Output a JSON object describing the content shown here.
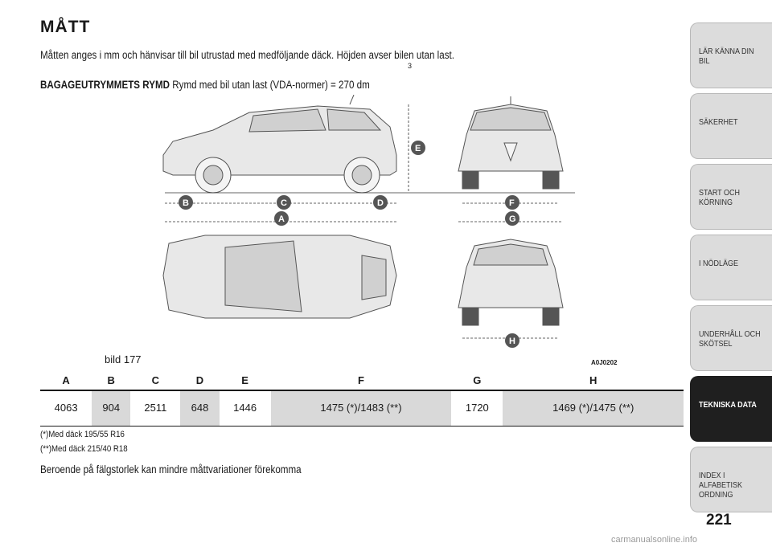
{
  "page": {
    "title": "MÅTT",
    "intro": "Måtten anges i mm och hänvisar till bil utrustad med medföljande däck. Höjden avser bilen utan last.",
    "intro_sup": "3",
    "cargo_label": "BAGAGEUTRYMMETS RYMD",
    "cargo_text": " Rymd med bil utan last (VDA-normer) = 270 dm",
    "figure_caption": "bild 177",
    "figure_code": "A0J0202",
    "footnote_1": "(*)Med däck 195/55 R16",
    "footnote_2": "(**)Med däck 215/40 R18",
    "note": "Beroende på fälgstorlek kan mindre måttvariationer förekomma",
    "page_number": "221",
    "watermark": "carmanualsonline.info"
  },
  "diagram_labels": {
    "a": "A",
    "b": "B",
    "c": "C",
    "d": "D",
    "e": "E",
    "f": "F",
    "g": "G",
    "h": "H"
  },
  "table": {
    "headers": [
      "A",
      "B",
      "C",
      "D",
      "E",
      "F",
      "G",
      "H"
    ],
    "values": [
      "4063",
      "904",
      "2511",
      "648",
      "1446",
      "1475 (*)/1483 (**)",
      "1720",
      "1469 (*)/1475 (**)"
    ]
  },
  "tabs": [
    {
      "label": "LÄR KÄNNA DIN BIL"
    },
    {
      "label": "SÄKERHET"
    },
    {
      "label": "START OCH KÖRNING"
    },
    {
      "label": "I NÖDLÄGE"
    },
    {
      "label": "UNDERHÅLL OCH SKÖTSEL"
    },
    {
      "label": "TEKNISKA DATA"
    },
    {
      "label": "INDEX I ALFABETISK ORDNING"
    }
  ]
}
